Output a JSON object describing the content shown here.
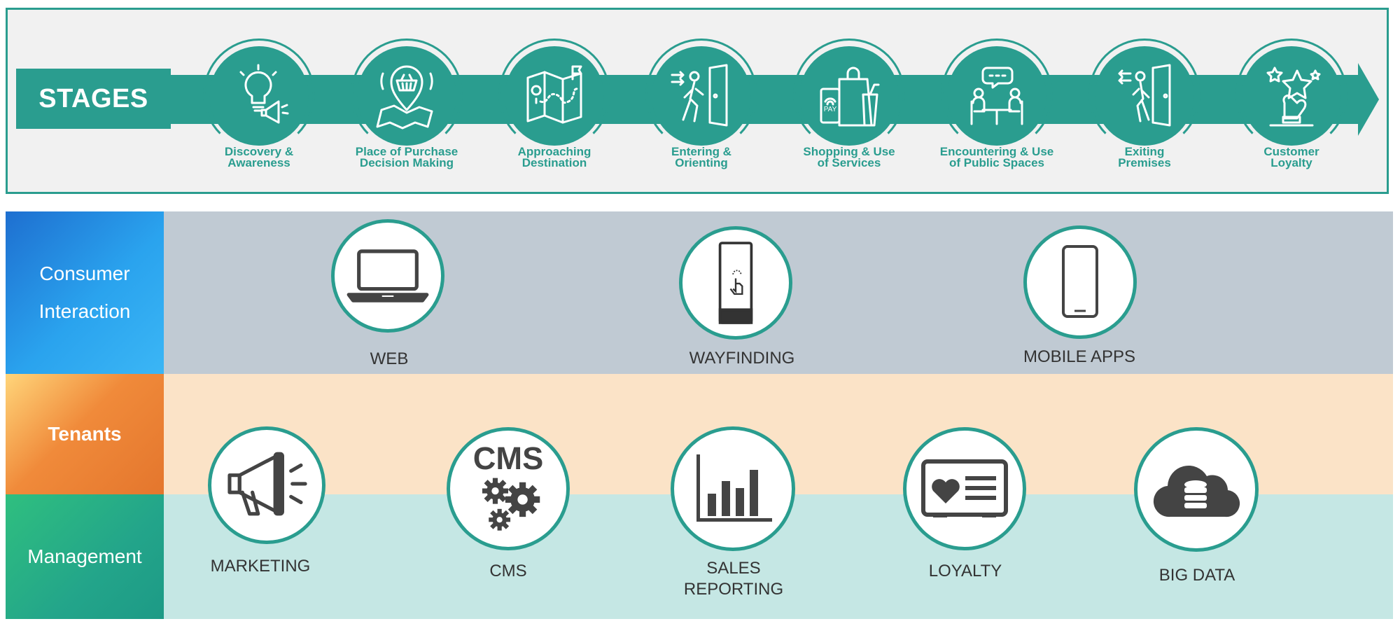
{
  "stages": {
    "title": "STAGES",
    "items": [
      {
        "label": "Discovery &\nAwareness",
        "icon": "lightbulb-megaphone-icon"
      },
      {
        "label": "Place of Purchase\nDecision Making",
        "icon": "basket-map-pin-icon"
      },
      {
        "label": "Approaching\nDestination",
        "icon": "map-route-icon"
      },
      {
        "label": "Entering &\nOrienting",
        "icon": "person-entering-door-icon"
      },
      {
        "label": "Shopping & Use\nof Services",
        "icon": "shopping-bag-pay-icon"
      },
      {
        "label": "Encountering & Use\nof Public Spaces",
        "icon": "people-chatting-icon"
      },
      {
        "label": "Exiting\nPremises",
        "icon": "person-exiting-door-icon"
      },
      {
        "label": "Customer\nLoyalty",
        "icon": "hand-star-icon"
      }
    ]
  },
  "rows": {
    "consumer": "Consumer\nInteraction",
    "tenants": "Tenants",
    "management": "Management"
  },
  "tools": {
    "web": "WEB",
    "wayfinding": "WAYFINDING",
    "mobile_apps": "MOBILE APPS",
    "marketing": "MARKETING",
    "cms": "CMS",
    "cms_icon_text": "CMS",
    "sales_reporting": "SALES\nREPORTING",
    "loyalty": "LOYALTY",
    "big_data": "BIG DATA"
  },
  "colors": {
    "teal": "#2a9d8f",
    "panel_bg": "#f1f1f1",
    "consumer_band": "#c0cad3",
    "tenants_band": "#fbe3c7",
    "management_band": "#c5e7e4",
    "icon_gray": "#444444"
  }
}
